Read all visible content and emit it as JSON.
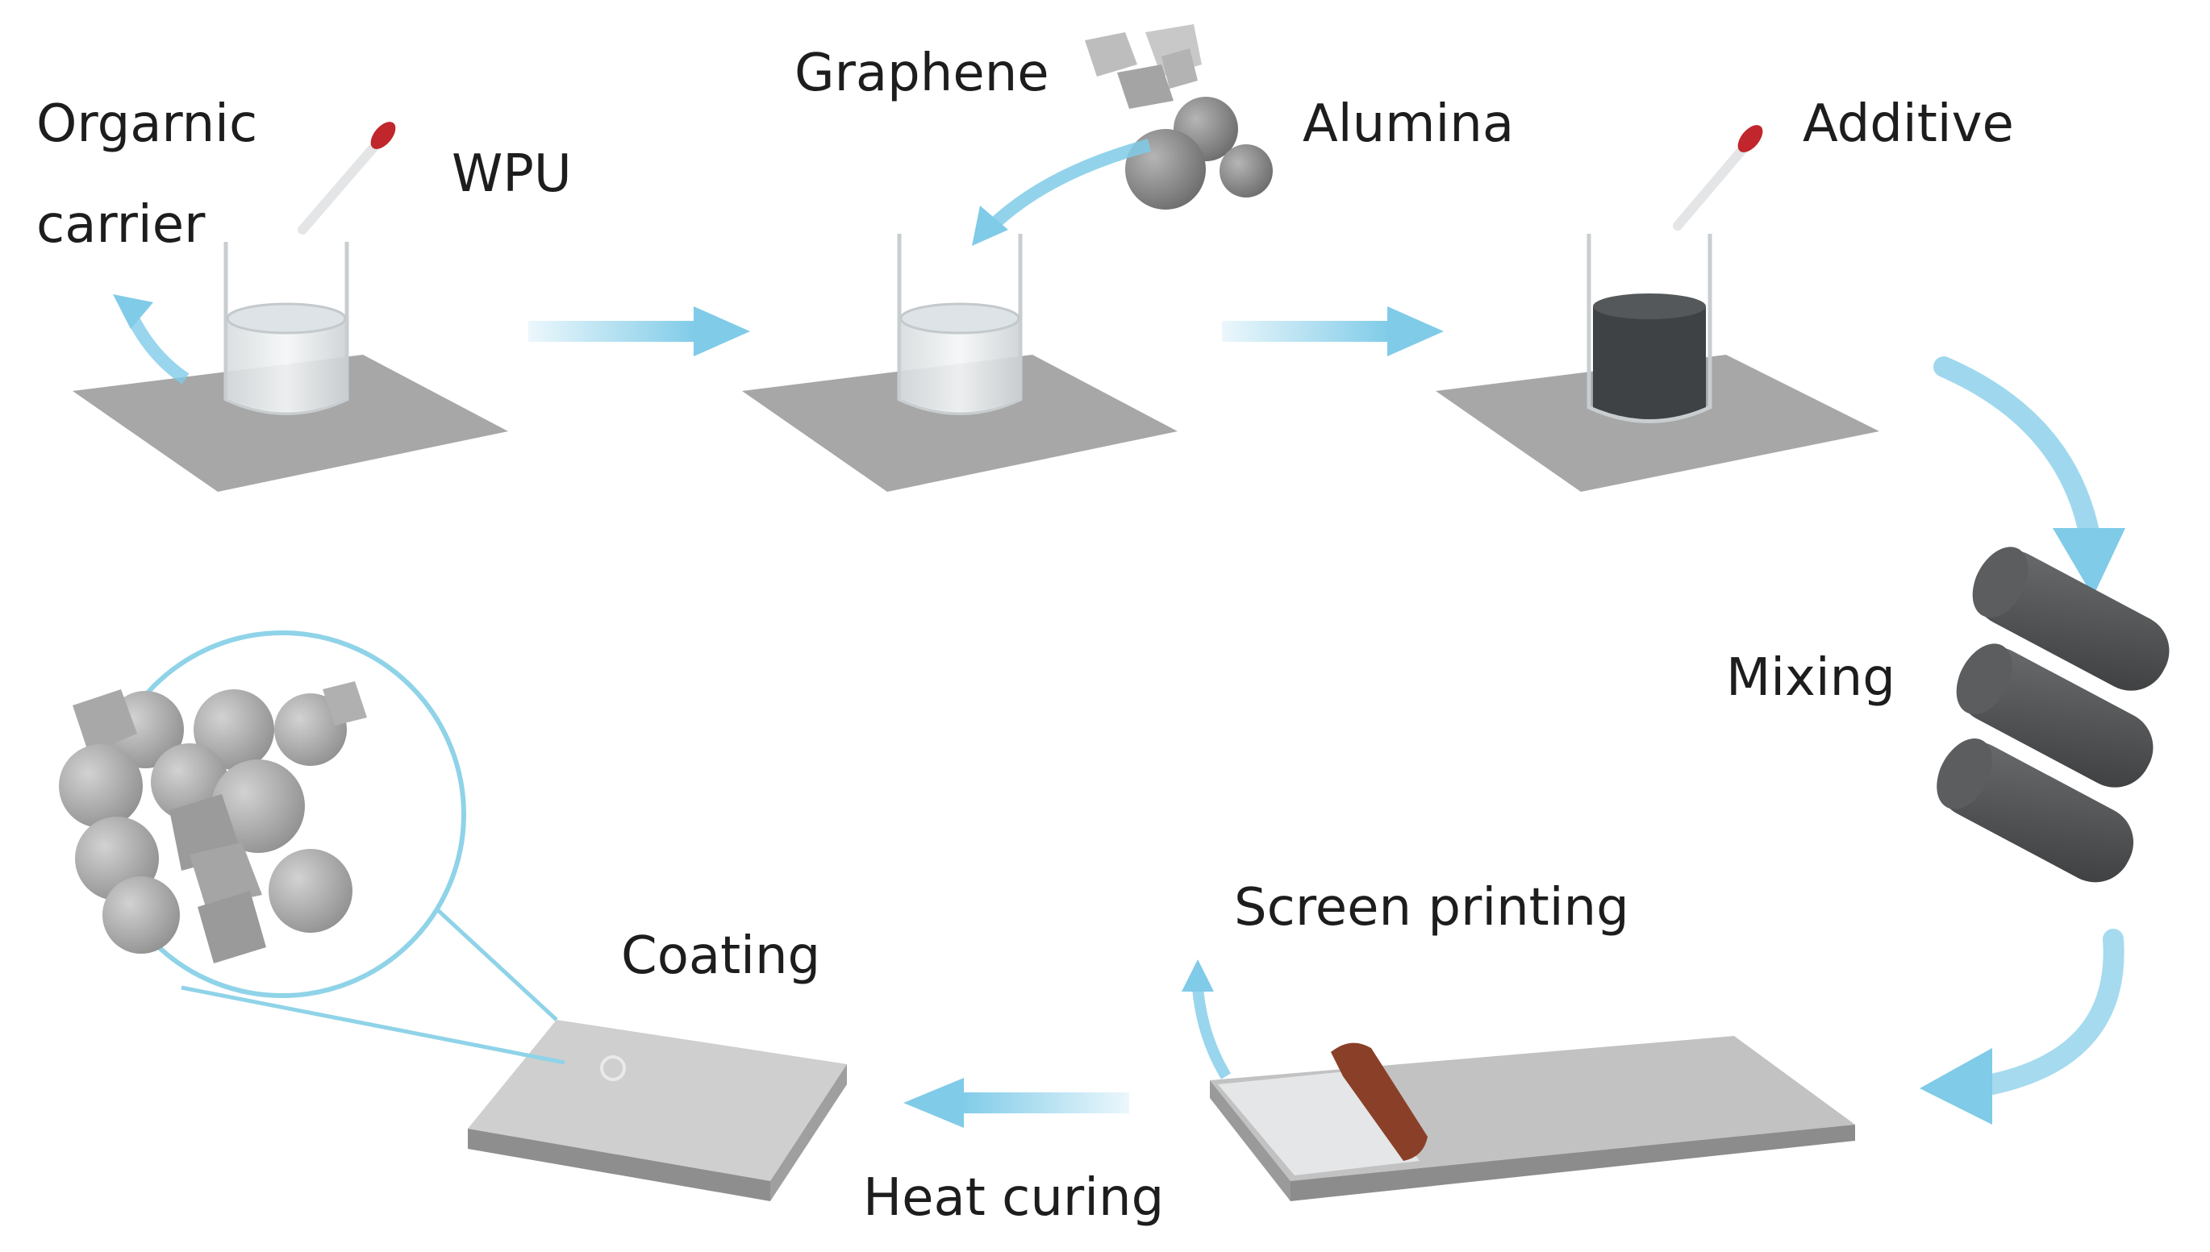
{
  "labels": {
    "organic_carrier_line1": "Orgarnic",
    "organic_carrier_line2": "carrier",
    "wpu": "WPU",
    "graphene": "Graphene",
    "alumina": "Alumina",
    "additive": "Additive",
    "mixing": "Mixing",
    "screen_printing": "Screen printing",
    "coating": "Coating",
    "heat_curing": "Heat curing"
  },
  "colors": {
    "arrow": "#7fcbe8",
    "plate": "#a9a9a9",
    "liquid_clear": "#e3e8ea",
    "liquid_dark": "#3f4244",
    "dropper_tip": "#c0262b",
    "roller": "#4a4c4e",
    "squeegee": "#8a4028",
    "particle": "#8e8e8e",
    "magnifier": "#8fd3e8"
  }
}
